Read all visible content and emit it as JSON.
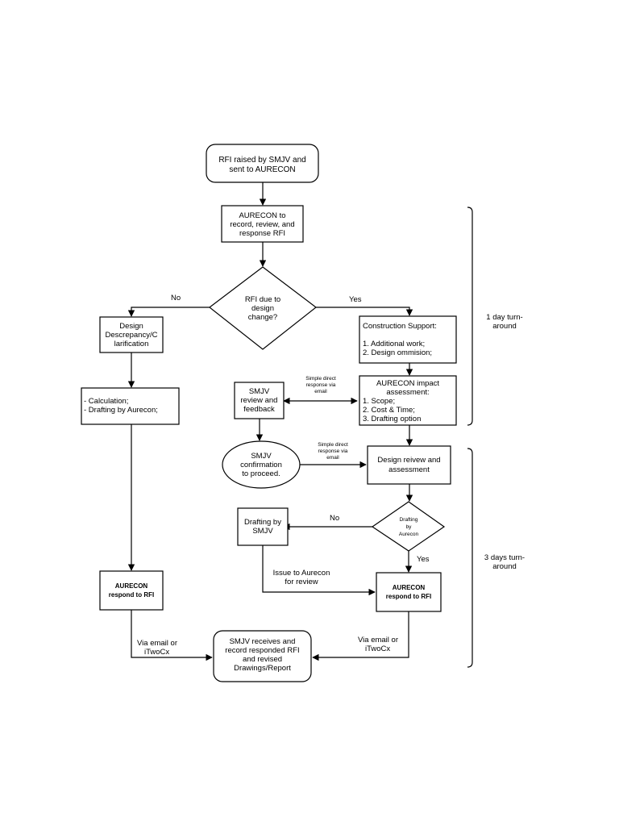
{
  "nodes": {
    "start": [
      "RFI raised by SMJV and",
      "sent to AURECON"
    ],
    "aurecon_record": [
      "AURECON  to",
      "record, review, and",
      "response RFI"
    ],
    "decision_design_change": [
      "RFI due to",
      "design",
      "change?"
    ],
    "design_discrepancy": [
      "Design",
      "Descrepancy/C",
      "larification"
    ],
    "construction_support": [
      "Construction Support:",
      "",
      "1. Additional work;",
      "2. Design ommision;"
    ],
    "calc_drafting": [
      "-  Calculation;",
      "-  Drafting by Aurecon;"
    ],
    "smjv_review": [
      "SMJV",
      "review and",
      "feedback"
    ],
    "aurecon_impact": [
      "AURECON impact",
      "assessment:",
      "1. Scope;",
      "2. Cost & Time;",
      "3. Drafting option"
    ],
    "smjv_confirm": [
      "SMJV",
      "confirmation",
      "to proceed."
    ],
    "design_review": [
      "Design reivew and",
      "assessment"
    ],
    "decision_drafting": [
      "Drafting",
      "by",
      "Aurecon"
    ],
    "drafting_smjv": [
      "Drafting by",
      "SMJV"
    ],
    "aurecon_respond_left": [
      "AURECON",
      "respond to RFI"
    ],
    "aurecon_respond_right": [
      "AURECON",
      "respond to RFI"
    ],
    "smjv_receives": [
      "SMJV receives and",
      "record responded RFI",
      "and revised",
      "Drawings/Report"
    ]
  },
  "labels": {
    "no_left": "No",
    "yes_right": "Yes",
    "simple_direct_1": [
      "Simple direct",
      "response via",
      "email"
    ],
    "simple_direct_2": [
      "Simple direct",
      "response via",
      "email"
    ],
    "no_drafting": "No",
    "yes_drafting": "Yes",
    "issue_to_aurecon": [
      "Issue to Aurecon",
      "for review"
    ],
    "via_email_left": [
      "Via email or",
      "iTwoCx"
    ],
    "via_email_right": [
      "Via email or",
      "iTwoCx"
    ]
  },
  "brackets": {
    "one_day": [
      "1 day turn-",
      "around"
    ],
    "three_days": [
      "3 days turn-",
      "around"
    ]
  }
}
